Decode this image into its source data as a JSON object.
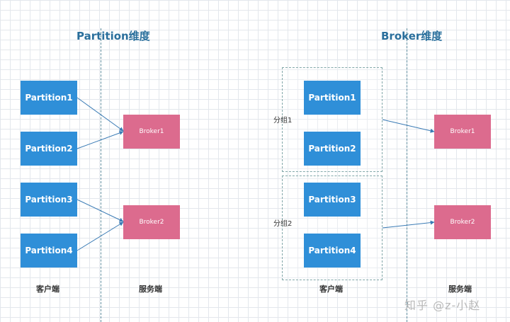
{
  "left": {
    "title": "Partition维度",
    "partitions": [
      "Partition1",
      "Partition2",
      "Partition3",
      "Partition4"
    ],
    "brokers": [
      "Broker1",
      "Broker2"
    ],
    "client_label": "客户端",
    "server_label": "服务端"
  },
  "right": {
    "title": "Broker维度",
    "partitions": [
      "Partition1",
      "Partition2",
      "Partition3",
      "Partition4"
    ],
    "groups": [
      "分组1",
      "分组2"
    ],
    "brokers": [
      "Broker1",
      "Broker2"
    ],
    "client_label": "客户端",
    "server_label": "服务端"
  },
  "colors": {
    "partition": "#2f8fd8",
    "broker": "#dc6b8e",
    "title": "#2a6f9c",
    "arrow": "#3a7bb5"
  },
  "watermark": "知乎 @z-小赵"
}
